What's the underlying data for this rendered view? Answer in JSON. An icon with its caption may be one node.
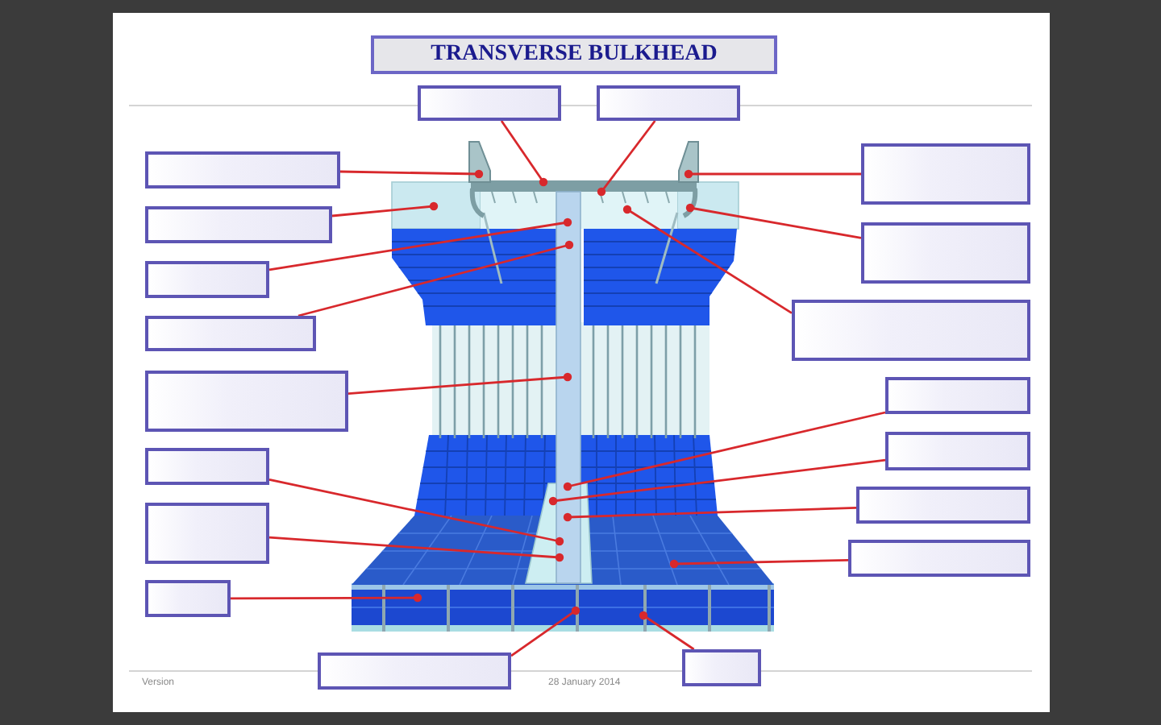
{
  "diagram": {
    "title": "TRANSVERSE BULKHEAD",
    "nodes": [
      {
        "text": [],
        "shape": "box"
      },
      {
        "text": [],
        "shape": "box"
      },
      {
        "text": [],
        "shape": "box"
      },
      {
        "text": [],
        "shape": "box"
      },
      {
        "text": [],
        "shape": "box"
      },
      {
        "text": [],
        "shape": "box"
      },
      {
        "text": [],
        "shape": "box"
      },
      {
        "text": [],
        "shape": "box"
      },
      {
        "text": [],
        "shape": "box"
      },
      {
        "text": [],
        "shape": "box"
      },
      {
        "text": [],
        "shape": "box"
      },
      {
        "text": [],
        "shape": "box"
      },
      {
        "text": [],
        "shape": "box"
      },
      {
        "text": [],
        "shape": "box"
      },
      {
        "text": [],
        "shape": "box"
      },
      {
        "text": [],
        "shape": "box"
      },
      {
        "text": [],
        "shape": "box"
      },
      {
        "text": [],
        "shape": "box"
      },
      {
        "text": [],
        "shape": "box"
      }
    ],
    "edges": [
      {
        "from": 0,
        "to": null,
        "arrow": "other"
      },
      {
        "from": 1,
        "to": null,
        "arrow": "other"
      },
      {
        "from": 2,
        "to": null,
        "arrow": "other"
      },
      {
        "from": 3,
        "to": null,
        "arrow": "other"
      },
      {
        "from": 4,
        "to": null,
        "arrow": "other"
      },
      {
        "from": 5,
        "to": null,
        "arrow": "other"
      },
      {
        "from": 6,
        "to": null,
        "arrow": "other"
      },
      {
        "from": 7,
        "to": null,
        "arrow": "other"
      },
      {
        "from": 8,
        "to": null,
        "arrow": "other"
      },
      {
        "from": 9,
        "to": null,
        "arrow": "other"
      },
      {
        "from": 10,
        "to": null,
        "arrow": "other"
      },
      {
        "from": 11,
        "to": null,
        "arrow": "other"
      },
      {
        "from": 12,
        "to": null,
        "arrow": "other"
      },
      {
        "from": 13,
        "to": null,
        "arrow": "other"
      },
      {
        "from": 14,
        "to": null,
        "arrow": "other"
      },
      {
        "from": 15,
        "to": null,
        "arrow": "other"
      },
      {
        "from": 16,
        "to": null,
        "arrow": "other"
      },
      {
        "from": 17,
        "to": null,
        "arrow": "other"
      },
      {
        "from": 18,
        "to": null,
        "arrow": "other"
      }
    ],
    "labels": [
      "Version",
      "28 January 2014"
    ]
  }
}
